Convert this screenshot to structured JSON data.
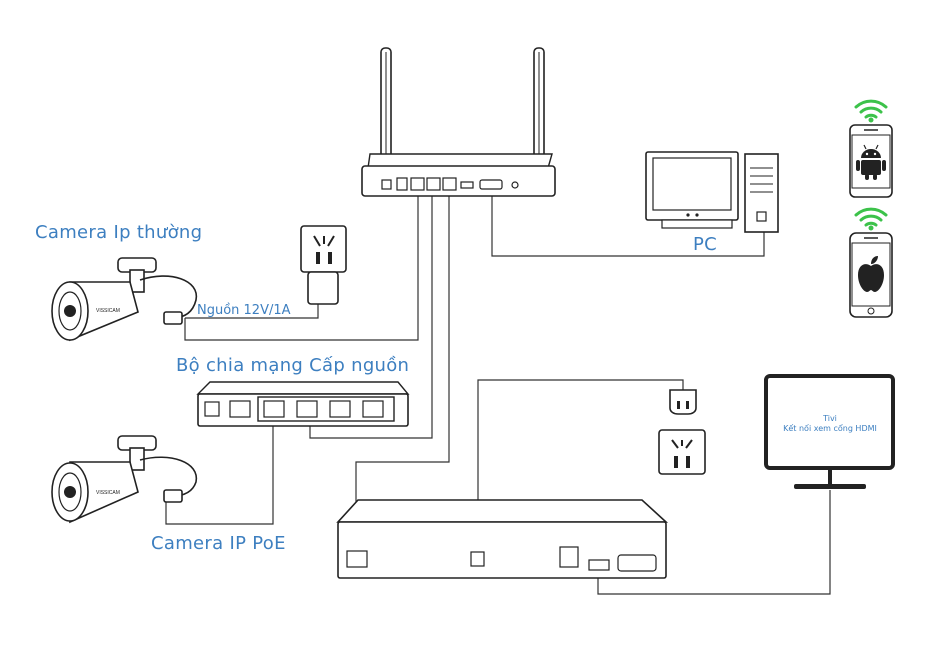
{
  "labels": {
    "camera_ip": "Camera Ip thường",
    "power_adapter": "Nguồn 12V/1A",
    "poe_switch": "Bộ chia mạng Cấp nguồn",
    "camera_poe": "Camera IP PoE",
    "pc": "PC",
    "tv_title": "Tivi",
    "tv_subtitle": "Kết nối xem cổng HDMI"
  },
  "icons": {
    "wifi": "wifi-icon",
    "android": "android-icon",
    "apple": "apple-icon"
  },
  "colors": {
    "label": "#3d7fc0",
    "wifi": "#3cc24a",
    "line": "#333333"
  }
}
